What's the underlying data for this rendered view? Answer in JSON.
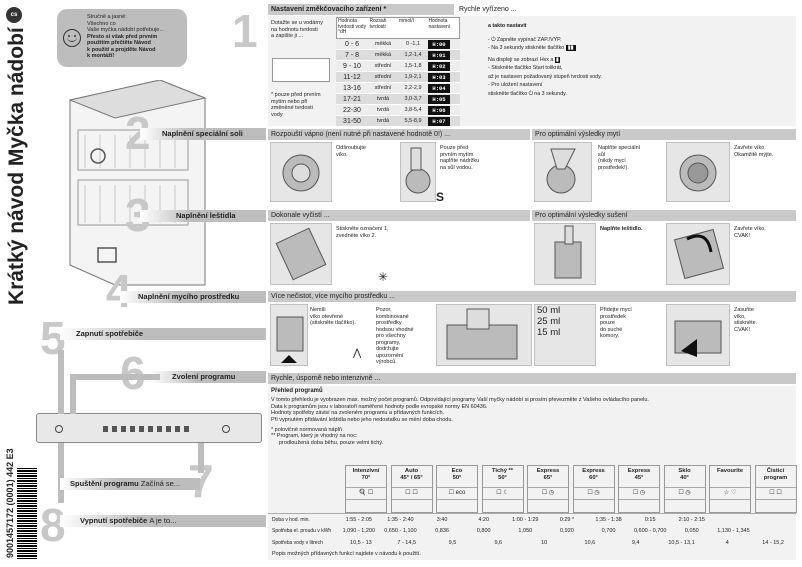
{
  "cs_badge": "cs",
  "vertical_title": "Krátký návod Myčka nádobí",
  "barcode_number": "9001457172 (0001) 442 E3",
  "intro": {
    "l1": "Stručně a jasně:",
    "l2": "Všechno co",
    "l3": "Vaše myčka nádobí potřebuje...",
    "l4": "Přesto si však před prvním",
    "l5": "použitím přečtěte Návod",
    "l6": "k použití a projděte Návod",
    "l7": "k montáži!"
  },
  "steps": {
    "s1": "1",
    "s2": "2",
    "s3": "3",
    "s4": "4",
    "s5": "5",
    "s6": "6",
    "s7": "7",
    "s8": "8"
  },
  "labels": {
    "s2": "Naplnění speciální soli",
    "s3": "Naplnění leštidla",
    "s4": "Naplnění mycího prostředku",
    "s5": "Zapnutí spotřebiče",
    "s6": "Zvolení programu",
    "s7a": "Spuštění programu",
    "s7b": "Začíná se...",
    "s8a": "Vypnutí spotřebiče",
    "s8b": "A je to..."
  },
  "softener": {
    "title": "Nastavení změkčovacího zařízení *",
    "right_title": "Rychle vyřízeno ...",
    "intro_l1": "Dotažte se u vodárny",
    "intro_l2": "na hodnotu tvrdosti",
    "intro_l3": "a zapište ji ...",
    "th1": "Hodnota tvrdosti vody °dH",
    "th2": "Rozsah tvrdosti",
    "th3": "mmol/l",
    "th4": "Hodnota nastavení",
    "rows": [
      {
        "dh": "0 - 6",
        "range": "měkká",
        "mmol": "0 -1,1",
        "set": "H:00"
      },
      {
        "dh": "7 - 8",
        "range": "měkká",
        "mmol": "1,2-1,4",
        "set": "H:01"
      },
      {
        "dh": "9 - 10",
        "range": "střední",
        "mmol": "1,5-1,8",
        "set": "H:02"
      },
      {
        "dh": "11-12",
        "range": "střední",
        "mmol": "1,9-2,1",
        "set": "H:03"
      },
      {
        "dh": "13-16",
        "range": "střední",
        "mmol": "2,2-2,9",
        "set": "H:04"
      },
      {
        "dh": "17-21",
        "range": "tvrdá",
        "mmol": "3,0-3,7",
        "set": "H:05"
      },
      {
        "dh": "22-30",
        "range": "tvrdá",
        "mmol": "3,8-5,4",
        "set": "H:06"
      },
      {
        "dh": "31-50",
        "range": "tvrdá",
        "mmol": "5,5-8,9",
        "set": "H:07"
      }
    ],
    "note_l1": "* pouze před prvním",
    "note_l2": "mytím nebo při",
    "note_l3": "změněné tvrdosti",
    "note_l4": "vody",
    "r1": "a takto nastavit",
    "r2": "- ⏻ Zapněte vypínač ZAP./VYP.",
    "r3": "- Na 3 sekundy stiskněte tlačítko",
    "r4": "Na displeji se zobrazí Hxx a",
    "r5": "- Stiskněte tlačítko Start tolikrát,",
    "r6": "až je nastaven požadovaný stupeň tvrdosti vody.",
    "r7": "- Pro uložení nastavení",
    "r8": "stiskněte tlačítko ⏻ na 3 sekundy."
  },
  "salt": {
    "bar": "Rozpouští vápno (není nutné při nastavené hodnotě 0!) ...",
    "bar2": "Pro optimální výsledky mytí",
    "t1a": "Odšroubujte",
    "t1b": "víko.",
    "t2a": "Pouze před",
    "t2b": "prvním mytím",
    "t2c": "naplňte nádržku",
    "t2d": "na sůl vodou.",
    "t3a": "Naplňte speciální",
    "t3b": "sůl",
    "t3c": "(nikdy mycí",
    "t3d": "prostředek!).",
    "t4a": "Zavřete víko.",
    "t4b": "Okamžitě mýjte."
  },
  "rinse": {
    "bar": "Dokonale vyčistí ...",
    "bar2": "Pro optimální výsledky sušení",
    "t1a": "Stiskněte označení 1,",
    "t1b": "zvedněte víko 2.",
    "t2": "Naplňte leštidlo.",
    "t3a": "Zavřete víko.",
    "t3b": "CVAK!"
  },
  "det": {
    "bar": "Více nečistot, více mycího prostředku ...",
    "t1a": "Nemíli",
    "t1b": "víko otevřené",
    "t1c": "(stiskněte tlačítko).",
    "t2a": "Pozor,",
    "t2b": "kombinované",
    "t2c": "prostředky",
    "t2d": "hodsou vhodné",
    "t2e": "pro všechny",
    "t2f": "programy,",
    "t2g": "dodržujte",
    "t2h": "upozornění",
    "t2i": "výrobců.",
    "m1": "50 ml",
    "m2": "25 ml",
    "m3": "15 ml",
    "t3a": "Přidejte mycí",
    "t3b": "prostředek",
    "t3c": "pouze",
    "t3d": "do suché",
    "t3e": "komory.",
    "t4a": "Zasuňte",
    "t4b": "víko,",
    "t4c": "stiskněte.",
    "t4d": "CVAK!"
  },
  "program": {
    "bar": "Rychle, úsporně nebo intenzivně ...",
    "overview_title": "Přehled programů",
    "p1": "V tomto přehledu je vyobrazen max. možný počet programů. Odpovídající programy Vaší myčky nádobí si prosím převezměte z Vašeho ovládacího panelu.",
    "p2": "Data k programům jsou v laboratoři naměřené hodnoty podle evropské normy EN 60436.",
    "p3": "Hodnoty spotřeby závisí na zvoleném programu a přídavných funkcích.",
    "p4": "Při vypnutém přidávání leštidla nebo jeho nedostatku se mění doba chodu.",
    "n1": "*   polovičně normovaná náplň",
    "n2": "** Program, který je vhodný na noc:",
    "n3": "prodloužená doba běhu, pouze velmi tichý.",
    "programs": [
      {
        "name": "Intenzivní",
        "temp": "70°",
        "icons": "🍳 ☐"
      },
      {
        "name": "Auto",
        "temp": "45° / 65°",
        "icons": "☐ ☐"
      },
      {
        "name": "Eco",
        "temp": "50°",
        "icons": "☐ eco"
      },
      {
        "name": "Tichý **",
        "temp": "50°",
        "icons": "☐ ☾"
      },
      {
        "name": "Express",
        "temp": "65°",
        "icons": "☐ ◷"
      },
      {
        "name": "Express",
        "temp": "60°",
        "icons": "☐ ◷"
      },
      {
        "name": "Express",
        "temp": "45°",
        "icons": "☐ ◷"
      },
      {
        "name": "Sklo",
        "temp": "40°",
        "icons": "☐ ◷"
      },
      {
        "name": "Favourite",
        "temp": "",
        "icons": "☆ ♡"
      },
      {
        "name": "Čisticí",
        "temp": "program",
        "icons": "☐ ☐"
      }
    ],
    "row1_label": "Doba v hod. min.",
    "row1": [
      "1:55 - 2:05",
      "1:35 - 2:40",
      "3:40",
      "4:20",
      "1:00 - 1:29",
      "0:29 *",
      "1:35 - 1:38",
      "0:15",
      "2:10 - 2:15",
      "",
      ""
    ],
    "row2_label": "Spotřeba el. proudu v kWh",
    "row2": [
      "1,090 - 1,200",
      "0,650 - 1,100",
      "0,836",
      "0,800",
      "1,050",
      "0,920",
      "0,700",
      "0,600 - 0,700",
      "0,050",
      "1,130 - 1,345",
      ""
    ],
    "row3_label": "Spotřeba vody v litrech",
    "row3": [
      "10,5 - 13",
      "7 - 14,5",
      "9,5",
      "9,6",
      "10",
      "10,6",
      "9,4",
      "10,5 - 13,1",
      "4",
      "14 - 15,2"
    ],
    "footer": "Popis možných přídavných funkcí najdete v návodu k použití."
  }
}
